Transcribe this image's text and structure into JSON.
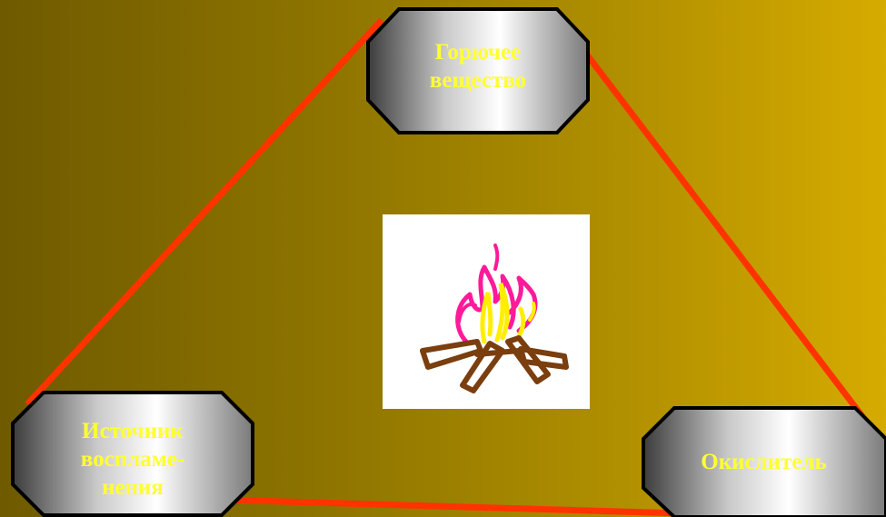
{
  "diagram": {
    "nodes": {
      "fuel": {
        "label": "Горючее\nвещество"
      },
      "ignition": {
        "label": "Источник\nвоспламе-\nнения"
      },
      "oxidizer": {
        "label": "Окислитель"
      }
    },
    "edge_color": "#ff3300",
    "label_color": "#ffff33",
    "fire_icon": "campfire-icon"
  }
}
